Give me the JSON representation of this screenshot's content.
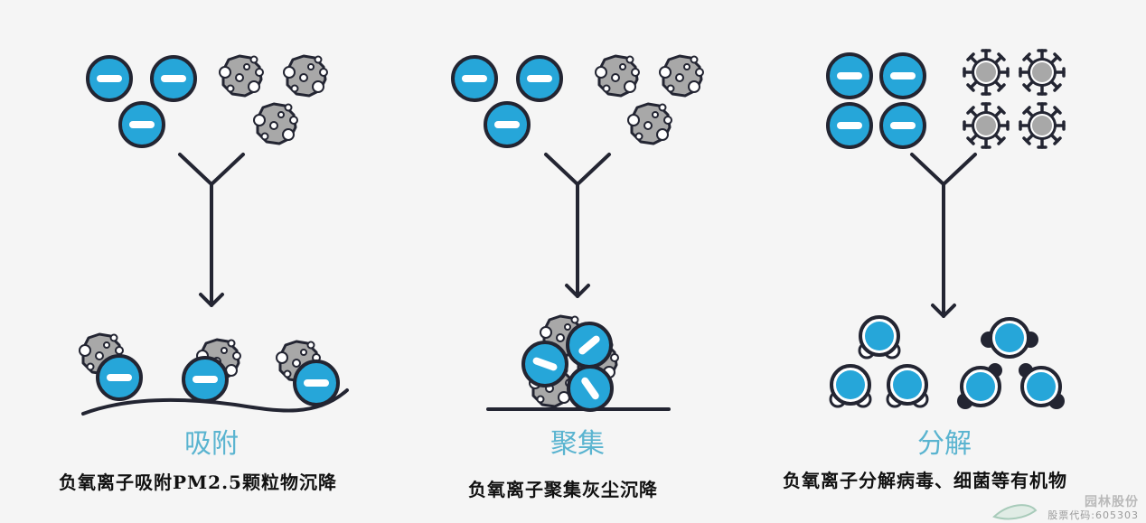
{
  "colors": {
    "ion_fill": "#26a6d9",
    "outline": "#232532",
    "particle_fill": "#a8a8a8",
    "title_color": "#5ab4d0",
    "background": "#f5f5f5"
  },
  "panels": [
    {
      "id": "adsorption",
      "title": "吸附",
      "caption": "负氧离子吸附PM2.5颗粒物沉降",
      "top_items": [
        "negative-ion",
        "negative-ion",
        "negative-ion",
        "dust-particle",
        "dust-particle",
        "dust-particle"
      ],
      "result": "ions-bound-to-particles-settling-on-surface"
    },
    {
      "id": "aggregation",
      "title": "聚集",
      "caption": "负氧离子聚集灰尘沉降",
      "top_items": [
        "negative-ion",
        "negative-ion",
        "negative-ion",
        "dust-particle",
        "dust-particle",
        "dust-particle"
      ],
      "result": "aggregated-cluster-on-ground"
    },
    {
      "id": "decomposition",
      "title": "分解",
      "caption": "负氧离子分解病毒、细菌等有机物",
      "top_items": [
        "negative-ion",
        "negative-ion",
        "negative-ion",
        "negative-ion",
        "virus",
        "virus",
        "virus",
        "virus"
      ],
      "result": "decomposed-cells"
    }
  ],
  "watermark": {
    "company": "园林股份",
    "stock_code": "股票代码:605303"
  }
}
